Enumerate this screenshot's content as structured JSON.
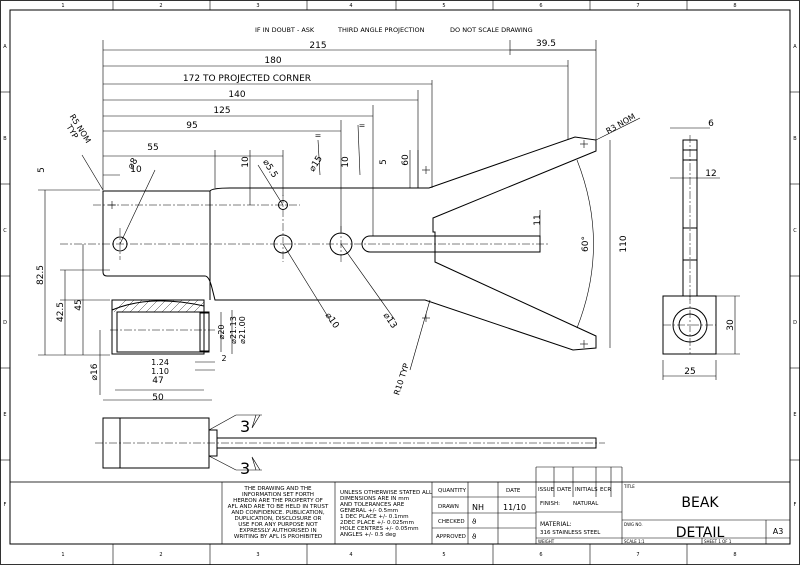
{
  "header": {
    "note_doubt": "IF IN DOUBT - ASK",
    "note_projection": "THIRD ANGLE PROJECTION",
    "note_scale": "DO NOT SCALE DRAWING"
  },
  "border": {
    "columns": [
      "1",
      "2",
      "3",
      "4",
      "5",
      "6",
      "7",
      "8"
    ],
    "rows": [
      "A",
      "B",
      "C",
      "D",
      "E",
      "F"
    ]
  },
  "dimensions": {
    "d215": "215",
    "d39_5": "39.5",
    "d180": "180",
    "d172": "172 TO PROJECTED CORNER",
    "d140": "140",
    "d125": "125",
    "d95": "95",
    "d55": "55",
    "d10a": "10",
    "d10b": "10",
    "d10c": "10",
    "d5a": "5",
    "d5b": "5",
    "d60": "60",
    "d11": "11",
    "d110": "110",
    "d60deg": "60°",
    "d82_5": "82.5",
    "d45": "45",
    "d42_5": "42.5",
    "d16": "⌀16",
    "d1_24": "1.24",
    "d1_10": "1.10",
    "d2": "2",
    "d47": "47",
    "d50": "50",
    "d8": "⌀8",
    "d5_5": "⌀5.5",
    "d15": "⌀15",
    "d10dia": "⌀10",
    "d13": "⌀13",
    "d20": "⌀20",
    "d21_13": "⌀21.13",
    "d21_00": "⌀21.00",
    "r5": "R5 NOM",
    "typ": "TYP",
    "r3": "R3 NOM",
    "r10": "R10 TYP",
    "eq1": "=",
    "eq2": "=",
    "side6": "6",
    "side12": "12",
    "side25": "25",
    "side30": "30",
    "weld1": "3",
    "weld2": "3"
  },
  "title_block": {
    "property_notice": "THE DRAWING AND THE INFORMATION SET FORTH HEREON ARE THE PROPERTY OF AFL AND ARE TO BE HELD IN TRUST AND CONFIDENCE. PUBLICATION, DUPLICATION, DISCLOSURE OR USE FOR ANY PURPOSE NOT EXPRESSLY AUTHORISED IN WRITING BY AFL IS PROHIBITED",
    "tol_line1": "UNLESS OTHERWISE STATED ALL",
    "tol_line2": "DIMENSIONS ARE IN mm",
    "tol_line3": "AND TOLERANCES ARE",
    "tol_line4": "GENERAL       +/- 0.5mm",
    "tol_line5": "1 DEC PLACE   +/- 0.1mm",
    "tol_line6": "2DEC PLACE   +/- 0.025mm",
    "tol_line7": "HOLE CENTRES +/- 0.05mm",
    "tol_line8": "ANGLES        +/- 0.5 deg",
    "quantity_label": "QUANTITY",
    "date_label": "DATE",
    "drawn_label": "DRAWN",
    "drawn_by": "NH",
    "drawn_date": "11/10",
    "checked_label": "CHECKED",
    "approved_label": "APPROVED",
    "issue_label": "ISSUE",
    "date2_label": "DATE",
    "initials_label": "INITIALS",
    "ecr_label": "ECR",
    "finish_label": "FINISH:",
    "finish_value": "NATURAL",
    "material_label": "MATERIAL:",
    "material_value": "316 STAINLESS STEEL",
    "weight_label": "WEIGHT",
    "title_label": "TITLE",
    "title1": "BEAK",
    "title2": "DETAIL",
    "dwg_no_label": "DWG NO.",
    "sheet_size": "A3",
    "scale_label": "SCALE 1:1",
    "sheet_label": "SHEET 1 OF 1"
  }
}
